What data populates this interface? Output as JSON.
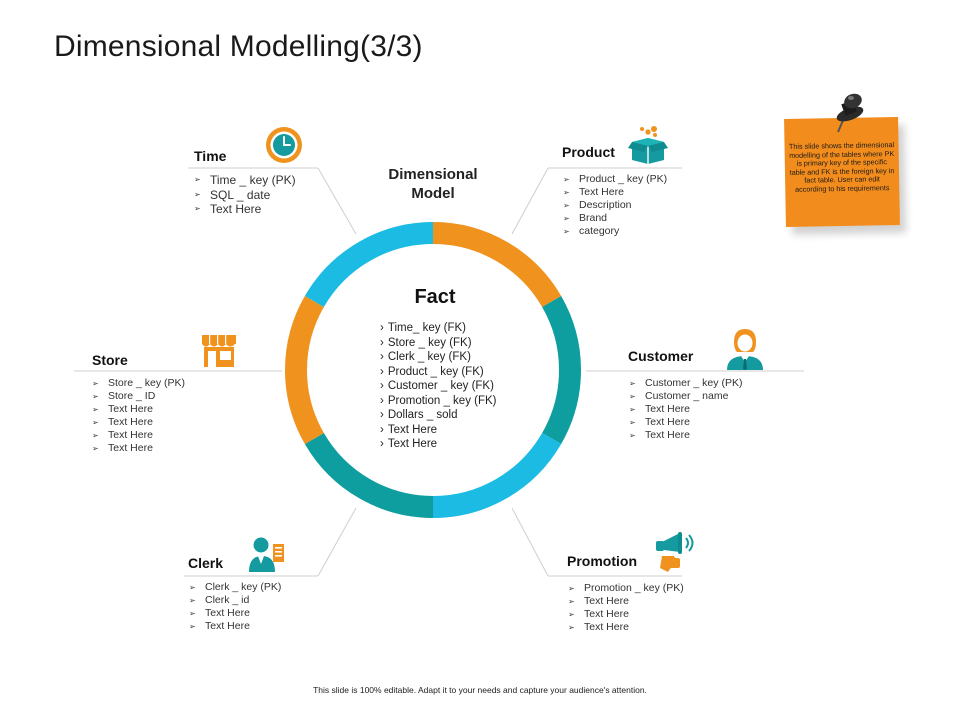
{
  "title": "Dimensional Modelling(3/3)",
  "center": {
    "model_title": "Dimensional Model",
    "fact_title": "Fact",
    "fact_items": [
      "Time_ key (FK)",
      "Store _ key (FK)",
      "Clerk _ key (FK)",
      "Product _ key (FK)",
      "Customer _ key (FK)",
      "Promotion _ key (FK)",
      "Dollars _ sold",
      "Text Here",
      "Text Here"
    ]
  },
  "sections": {
    "time": {
      "title": "Time",
      "icon": "clock-icon",
      "items": [
        "Time _ key (PK)",
        "SQL _ date",
        "Text Here"
      ]
    },
    "product": {
      "title": "Product",
      "icon": "box-icon",
      "items": [
        "Product _ key (PK)",
        "Text Here",
        "Description",
        "Brand",
        "category"
      ]
    },
    "store": {
      "title": "Store",
      "icon": "store-icon",
      "items": [
        "Store _ key (PK)",
        "Store _ ID",
        "Text Here",
        "Text Here",
        "Text Here",
        "Text Here"
      ]
    },
    "customer": {
      "title": "Customer",
      "icon": "person-icon",
      "items": [
        "Customer _ key (PK)",
        "Customer _ name",
        "Text Here",
        "Text Here",
        "Text Here"
      ]
    },
    "clerk": {
      "title": "Clerk",
      "icon": "clerk-icon",
      "items": [
        "Clerk _ key (PK)",
        "Clerk _ id",
        "Text Here",
        "Text Here"
      ]
    },
    "promotion": {
      "title": "Promotion",
      "icon": "megaphone-icon",
      "items": [
        "Promotion _ key (PK)",
        "Text Here",
        "Text Here",
        "Text Here"
      ]
    }
  },
  "note": {
    "icon": "pushpin-icon",
    "text": "This slide shows the dimensional modelling of the tables where PK is primary key of the specific table and FK is the foreign key in fact table. User can edit according to his requirements"
  },
  "footer": "This slide is 100% editable. Adapt it to your needs and capture your audience's attention.",
  "colors": {
    "orange": "#f0921e",
    "blue": "#1bbbe3",
    "teal": "#0e9ea0",
    "icon_teal": "#159aa0"
  }
}
